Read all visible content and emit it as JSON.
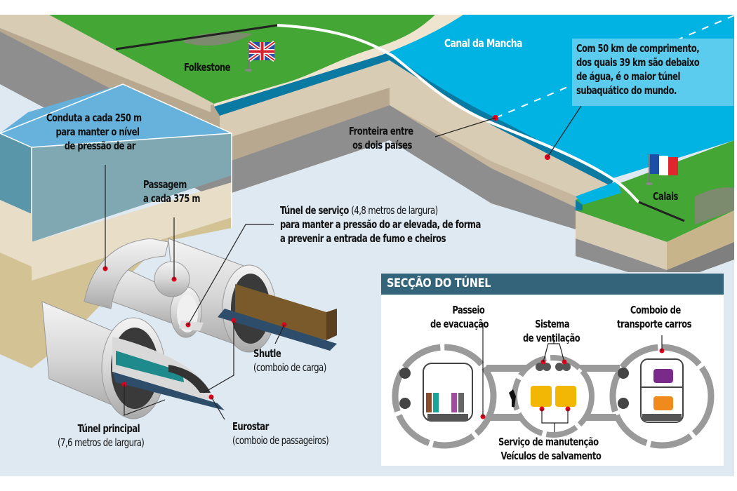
{
  "map": {
    "sea_label": "Canal da Mancha",
    "uk_town": "Folkestone",
    "fr_town": "Calais",
    "uk_flag": "union-jack-icon",
    "fr_flag": "french-tricolour-icon",
    "border_label": [
      "Fronteira entre",
      "os dois países"
    ],
    "info_text": [
      "Com 50 km de comprimento,",
      "dos quais 39 km são debaixo",
      "de água, é o maior túnel",
      "subaquático do mundo."
    ]
  },
  "tunnel_3d": {
    "duct_label": [
      "Conduta a cada 250 m",
      "para manter o nível",
      "de pressão de ar"
    ],
    "passage_label": [
      "Passagem",
      "a cada 375 m"
    ],
    "service_tunnel": {
      "title": "Túnel de serviço",
      "width_note": "(4,8 metros de largura)",
      "lines": [
        "para manter a pressão do ar elevada, de forma",
        "a prevenir a entrada de fumo e cheiros"
      ]
    },
    "shuttle": {
      "title": "Shutle",
      "subtitle": "(comboio de carga)"
    },
    "main_tunnel": {
      "title": "Túnel principal",
      "subtitle": "(7,6 metros de largura)"
    },
    "eurostar": {
      "title": "Eurostar",
      "subtitle": "(comboio de passageiros)"
    }
  },
  "section": {
    "title": "SECÇÃO DO TÚNEL",
    "evac_label": [
      "Passeio",
      "de evacuação"
    ],
    "vent_label": [
      "Sistema",
      "de ventilação"
    ],
    "car_train_label": [
      "Comboio de",
      "transporte carros"
    ],
    "service_label": [
      "Serviço de manutenção",
      "Veículos de salvamento"
    ]
  },
  "colors": {
    "sea": "#00b3e3",
    "land": "#44a634",
    "sand": "#d9ccb4",
    "rock": "#b9a890",
    "stone": "#8e8e8e",
    "background": "#dfe9f2",
    "panel_header": "#33647a",
    "marker": "#e0001b",
    "info_box": "#5bcbee"
  }
}
